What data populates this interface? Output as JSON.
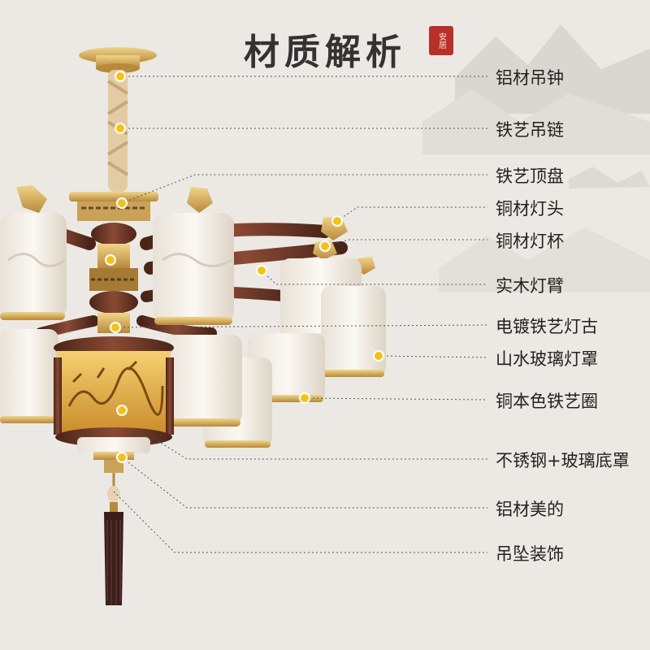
{
  "title": "材质解析",
  "seal_text": "安居",
  "colors": {
    "background": "#ece9e4",
    "gold": "#d8b05a",
    "wood": "#6b3a2a",
    "glass": "#f6f1ea",
    "marker": "#f2c21a",
    "tassel": "#3a1f1c"
  },
  "labels": [
    {
      "key": "aluminum-bell",
      "text": "铝材吊钟"
    },
    {
      "key": "iron-chain",
      "text": "铁艺吊链"
    },
    {
      "key": "iron-top-plate",
      "text": "铁艺顶盘"
    },
    {
      "key": "copper-lamp-head",
      "text": "铜材灯头"
    },
    {
      "key": "copper-lamp-cup",
      "text": "铜材灯杯"
    },
    {
      "key": "wood-arm",
      "text": "实木灯臂"
    },
    {
      "key": "plated-iron",
      "text": "电镀铁艺灯古"
    },
    {
      "key": "landscape-shade",
      "text": "山水玻璃灯罩"
    },
    {
      "key": "copper-iron-ring",
      "text": "铜本色铁艺圈"
    },
    {
      "key": "steel-glass-bottom",
      "text": "不锈钢+玻璃底罩"
    },
    {
      "key": "aluminum-decor",
      "text": "铝材美的"
    },
    {
      "key": "pendant-decor",
      "text": "吊坠装饰"
    }
  ]
}
